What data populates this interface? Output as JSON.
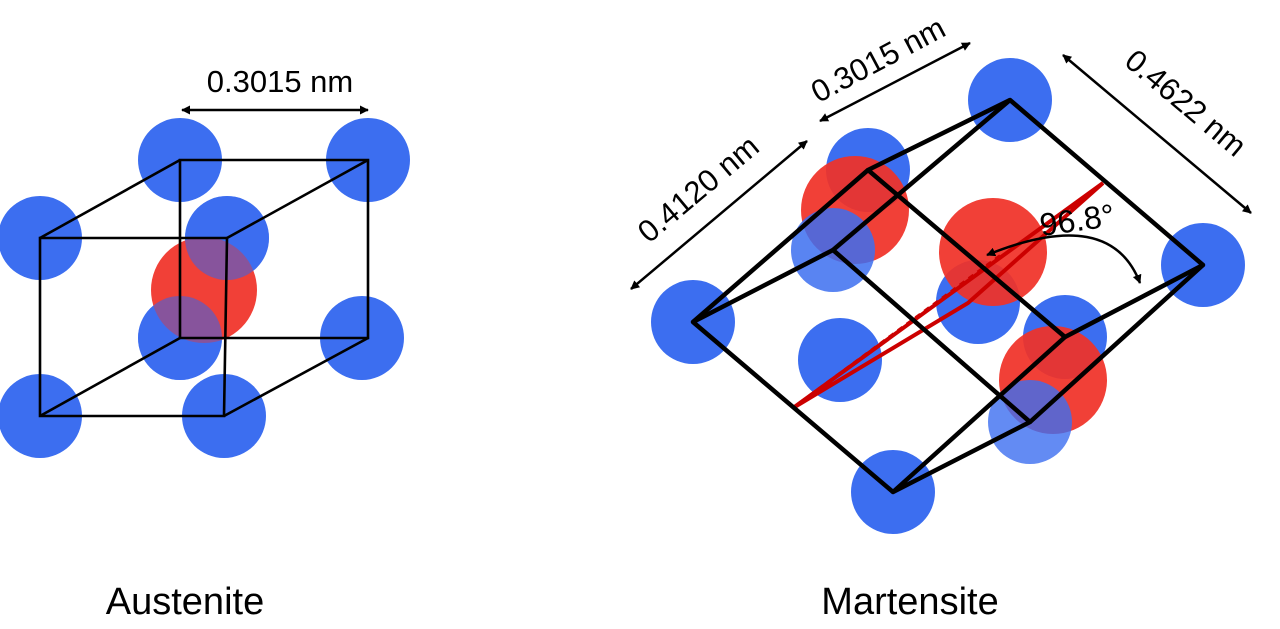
{
  "colors": {
    "iron_atom": "#3c6ef0",
    "carbon_atom": "#f03228",
    "carbon_plane": "#cc0000",
    "cell_edge": "#000000",
    "background": "#ffffff"
  },
  "austenite": {
    "caption": "Austenite",
    "dimension": "0.3015 nm"
  },
  "martensite": {
    "caption": "Martensite",
    "dimension_a": "0.4120 nm",
    "dimension_b": "0.3015 nm",
    "dimension_c": "0.4622 nm",
    "angle": "96.8°"
  }
}
